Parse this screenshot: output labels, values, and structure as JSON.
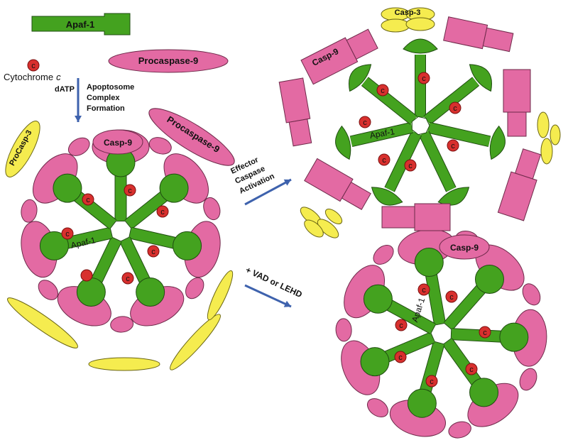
{
  "colors": {
    "apaf": "#44a21f",
    "apaf_edge": "#1f4d10",
    "caspase": "#e36aa3",
    "caspase_edge": "#6e2a4a",
    "procasp3": "#f5ec4f",
    "procasp3_edge": "#6b6614",
    "cyt": "#d8302e",
    "arrow": "#3e62ad",
    "text": "#111111"
  },
  "labels": {
    "apaf_bar": "Apaf-1",
    "procaspase9_top": "Procaspase-9",
    "cytochrome": "Cytochrome",
    "cytochrome_italic": "c",
    "cyt_symbol": "c",
    "datp": "dATP",
    "step1": [
      "Apoptosome",
      "Complex",
      "Formation"
    ],
    "procasp3": "ProCasp-3",
    "procaspase9_tilted": "Procaspase-9",
    "casp9": "Casp-9",
    "apaf_arm": "Apaf-1",
    "step2": [
      "Effector",
      "Caspase",
      "Activation"
    ],
    "casp9_free": "Casp-9",
    "casp3": "Casp-3",
    "step3": "+ VAD or LEHD"
  }
}
